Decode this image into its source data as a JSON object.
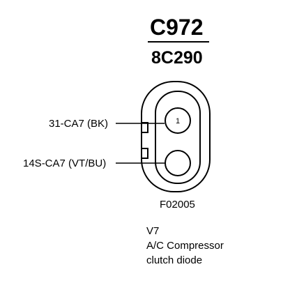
{
  "connector": {
    "id": "C972",
    "part_number": "8C290"
  },
  "pins": [
    {
      "number": "1",
      "wire": "31-CA7 (BK)"
    },
    {
      "number": "",
      "wire": "14S-CA7 (VT/BU)"
    }
  ],
  "figure_code": "F02005",
  "description": {
    "location": "V7",
    "line1": "A/C Compressor",
    "line2": "clutch diode"
  },
  "colors": {
    "ink": "#000000",
    "background": "#ffffff"
  }
}
